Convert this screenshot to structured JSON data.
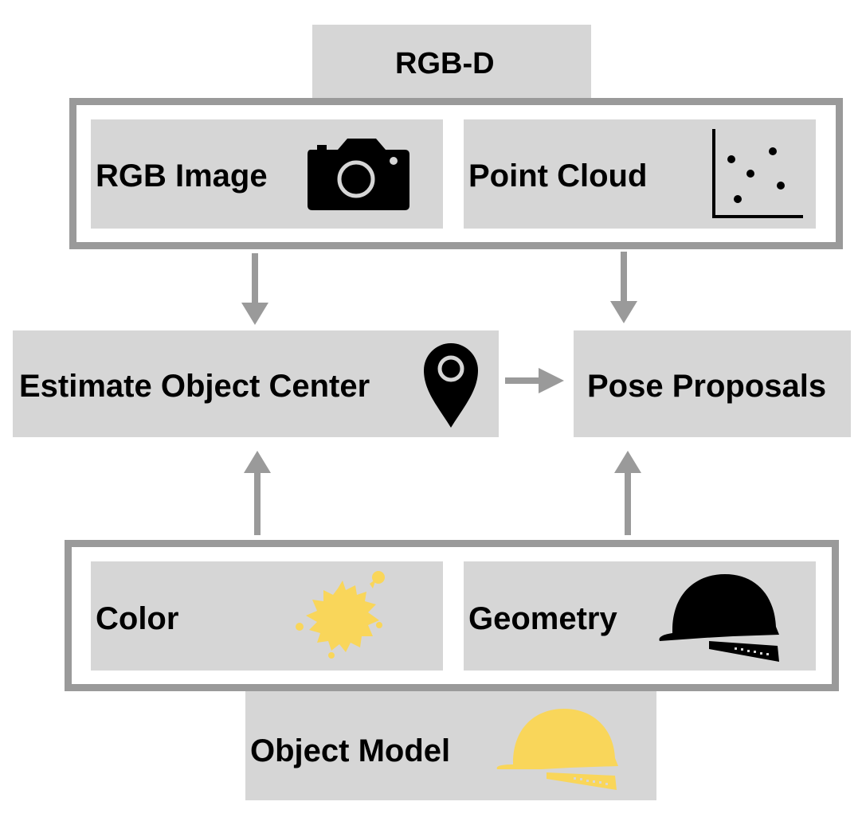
{
  "diagram": {
    "rgbd_title": "RGB-D",
    "rgb_image": "RGB Image",
    "point_cloud": "Point Cloud",
    "estimate_center": "Estimate Object Center",
    "pose_proposals": "Pose Proposals",
    "color": "Color",
    "geometry": "Geometry",
    "object_model": "Object Model"
  },
  "colors": {
    "box_fill": "#d6d6d6",
    "frame_border": "#9a9a9a",
    "arrow": "#9a9a9a",
    "accent_yellow": "#f9d65a",
    "icon_black": "#000000"
  },
  "icons": [
    "camera-icon",
    "scatter-plot-icon",
    "location-pin-icon",
    "paint-splat-icon",
    "hard-hat-icon",
    "hard-hat-yellow-icon"
  ]
}
